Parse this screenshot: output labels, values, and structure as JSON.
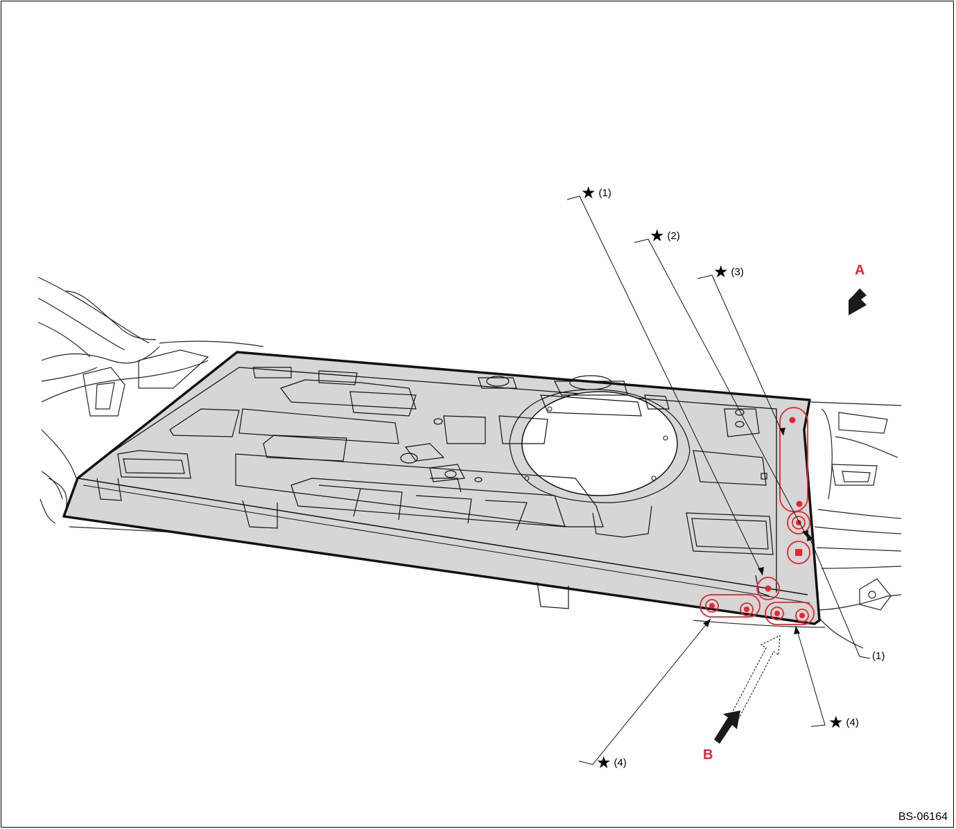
{
  "colors": {
    "panel": "#d6d6d6",
    "outline": "#111111",
    "highlight": "#e8242c",
    "background": "#ffffff"
  },
  "labels": {
    "weld_1_top": "(1)",
    "weld_2": "(2)",
    "weld_3": "(3)",
    "weld_1_right": "(1)",
    "weld_4_right": "(4)",
    "weld_4_left": "(4)",
    "star_symbol": "★"
  },
  "views": {
    "view_a": "A",
    "view_b": "B"
  },
  "figure_code": "BS-06164"
}
